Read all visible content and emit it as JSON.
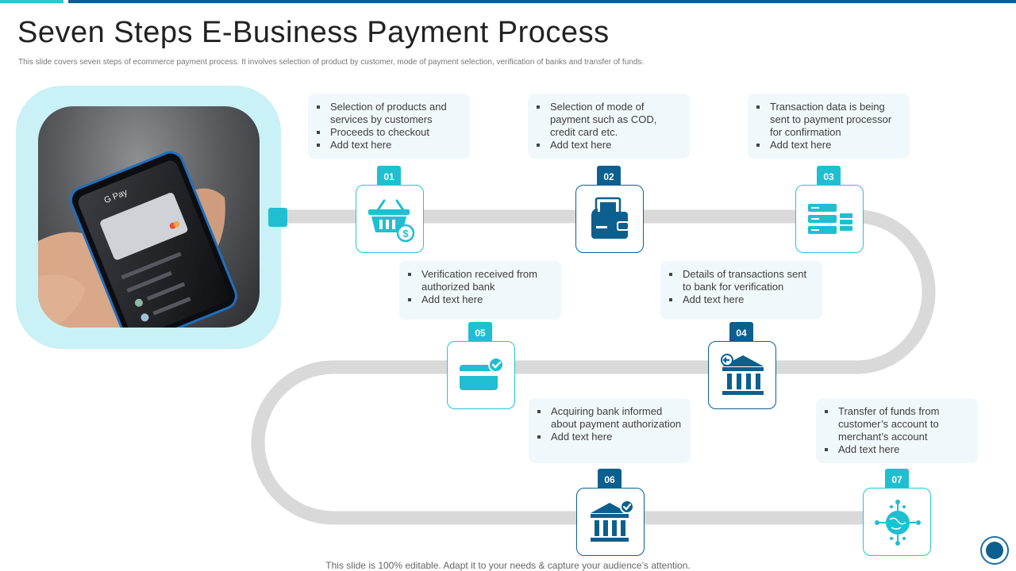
{
  "slide": {
    "title": "Seven Steps E-Business Payment Process",
    "subtitle": "This slide covers seven steps of ecommerce payment process. It involves selection of product by customer, mode of payment selection, verification of banks and transfer of funds.",
    "footer": "This slide is 100% editable. Adapt it to your needs & capture your audience’s attention."
  },
  "colors": {
    "teal": "#1fbfd1",
    "navy": "#0d5f8f",
    "track": "#d9d9d9",
    "card": "#f1f8fc",
    "frame": "#c9f1f6"
  },
  "steps": [
    {
      "number": "01",
      "icon": "shopping-basket-dollar-icon",
      "bullets": [
        "Selection of products and services by customers",
        "Proceeds to checkout",
        "Add text here"
      ]
    },
    {
      "number": "02",
      "icon": "wallet-cash-icon",
      "bullets": [
        "Selection of mode of payment such as COD, credit card etc.",
        "Add text here"
      ]
    },
    {
      "number": "03",
      "icon": "server-data-icon",
      "bullets": [
        "Transaction data is being sent to payment processor for confirmation",
        "Add text here"
      ]
    },
    {
      "number": "04",
      "icon": "bank-transfer-icon",
      "bullets": [
        "Details of transactions sent to bank for verification",
        "Add text here"
      ]
    },
    {
      "number": "05",
      "icon": "card-verified-icon",
      "bullets": [
        "Verification received from authorized bank",
        "Add text here"
      ]
    },
    {
      "number": "06",
      "icon": "bank-approved-icon",
      "bullets": [
        "Acquiring bank informed about payment authorization",
        "Add text here"
      ]
    },
    {
      "number": "07",
      "icon": "global-network-icon",
      "bullets": [
        "Transfer of funds from customer’s account to merchant’s account",
        "Add text here"
      ]
    }
  ],
  "photo": {
    "description_icon": "smartphone-payment-photo",
    "pay_text": "G Pay"
  }
}
